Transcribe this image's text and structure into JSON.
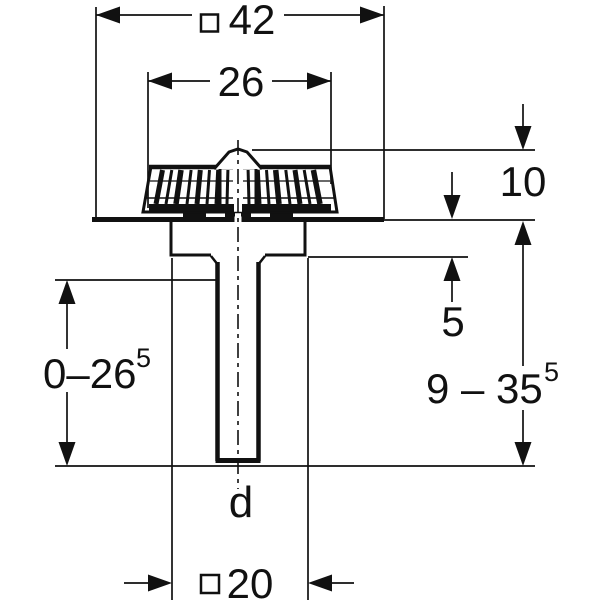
{
  "page": {
    "type": "technical-dimension-drawing",
    "subject": "roof-outlet-with-strainer-cap-and-adjustable-pipe",
    "colors": {
      "line": "#111111",
      "background": "#ffffff"
    }
  },
  "labels": {
    "overall_width": {
      "symbol": "square",
      "value": "42"
    },
    "grate_width": {
      "value": "26"
    },
    "cap_height": {
      "value": "10"
    },
    "collar_depth": {
      "value": "5"
    },
    "right_range": {
      "base": "9 – 35",
      "sup": "5"
    },
    "left_range": {
      "base": "0–26",
      "sup": "5"
    },
    "socket_width": {
      "symbol": "square",
      "value": "20"
    },
    "pipe_diameter": "d"
  }
}
